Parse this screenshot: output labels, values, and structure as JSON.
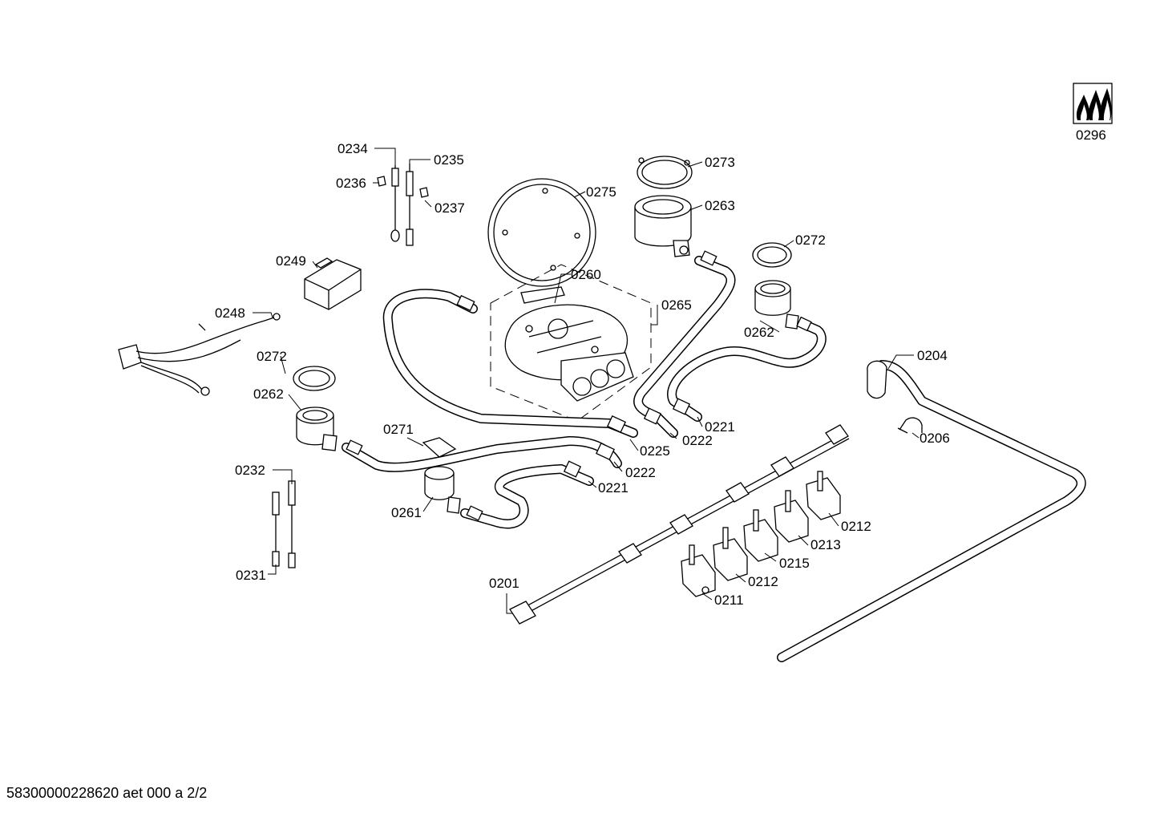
{
  "labels": {
    "p0296": "0296",
    "p0234": "0234",
    "p0235": "0235",
    "p0236": "0236",
    "p0237": "0237",
    "p0273": "0273",
    "p0275": "0275",
    "p0263": "0263",
    "p0272a": "0272",
    "p0249": "0249",
    "p0260": "0260",
    "p0265": "0265",
    "p0262a": "0262",
    "p0248": "0248",
    "p0272b": "0272",
    "p0262b": "0262",
    "p0204": "0204",
    "p0221a": "0221",
    "p0222a": "0222",
    "p0225": "0225",
    "p0271": "0271",
    "p0206": "0206",
    "p0222b": "0222",
    "p0232": "0232",
    "p0221b": "0221",
    "p0261": "0261",
    "p0212a": "0212",
    "p0213": "0213",
    "p0215": "0215",
    "p0212b": "0212",
    "p0231": "0231",
    "p0201": "0201",
    "p0211": "0211"
  },
  "footer": "58300000228620 aet 000 a 2/2"
}
